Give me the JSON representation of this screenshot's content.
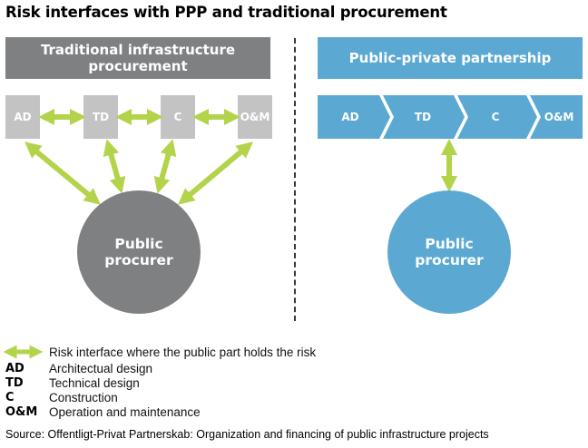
{
  "title": "Risk interfaces with PPP and traditional procurement",
  "traditional": {
    "header": "Traditional infrastructure procurement",
    "stages": [
      "AD",
      "TD",
      "C",
      "O&M"
    ],
    "circle_label": "Public procurer"
  },
  "ppp": {
    "header": "Public-private partnership",
    "stages": [
      "AD",
      "TD",
      "C",
      "O&M"
    ],
    "circle_label": "Public procurer"
  },
  "legend": {
    "arrow_desc": "Risk interface where the public part holds the risk",
    "items": [
      {
        "abbr": "AD",
        "desc": "Architectual design"
      },
      {
        "abbr": "TD",
        "desc": "Technical design"
      },
      {
        "abbr": "C",
        "desc": "Construction"
      },
      {
        "abbr": "O&M",
        "desc": "Operation and maintenance"
      }
    ]
  },
  "source": "Source: Offentligt-Privat Partnerskab: Organization and financing of public infrastructure projects",
  "colors": {
    "gray_dark": "#7f8082",
    "gray_light": "#c3c3c4",
    "blue": "#5ba9d2",
    "arrow_green": "#b3d44a"
  }
}
